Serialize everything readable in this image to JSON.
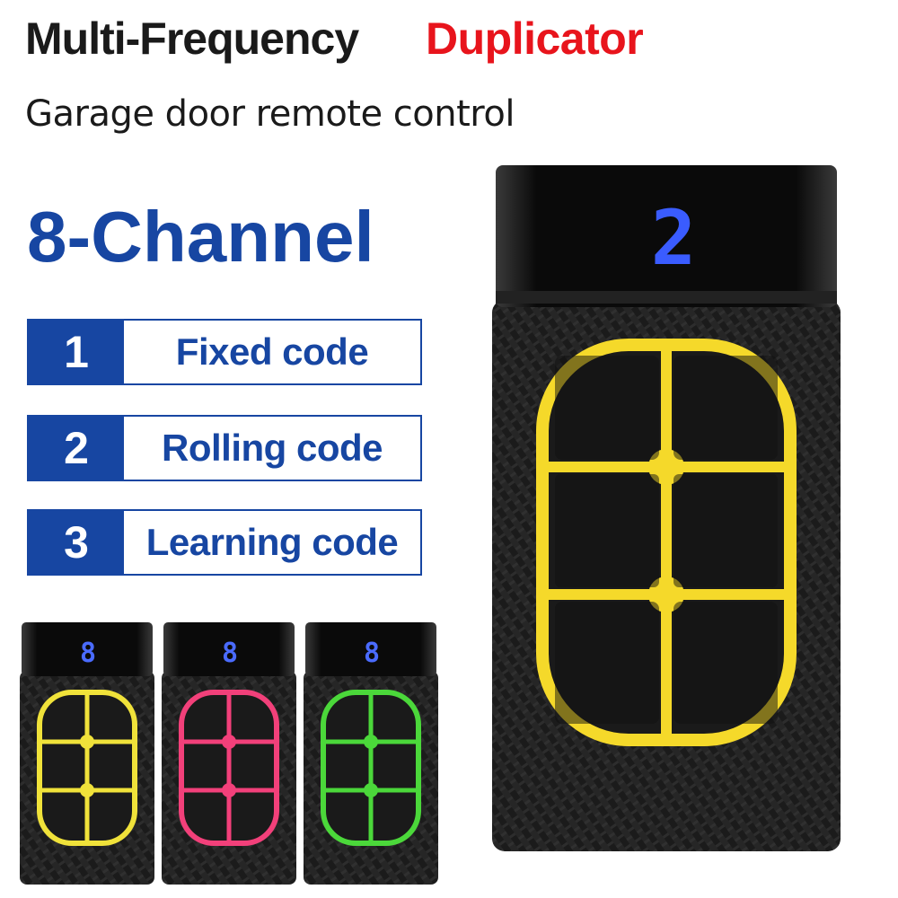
{
  "header": {
    "title": "Multi-Frequency",
    "title_accent": "Duplicator",
    "subtitle": "Garage door remote control"
  },
  "channel_label": "8-Channel",
  "features": [
    {
      "number": "1",
      "label": "Fixed code"
    },
    {
      "number": "2",
      "label": "Rolling code"
    },
    {
      "number": "3",
      "label": "Learning code"
    }
  ],
  "main_remote": {
    "display": "2",
    "button_color": "#f5d92a"
  },
  "mini_remotes": [
    {
      "display": "8",
      "button_color": "#f0e23a"
    },
    {
      "display": "8",
      "button_color": "#f2407a"
    },
    {
      "display": "8",
      "button_color": "#4bd83a"
    }
  ],
  "colors": {
    "brand_blue": "#1746a2",
    "accent_red": "#e8141c",
    "display_blue": "#3a5cff",
    "body_black": "#151515"
  }
}
